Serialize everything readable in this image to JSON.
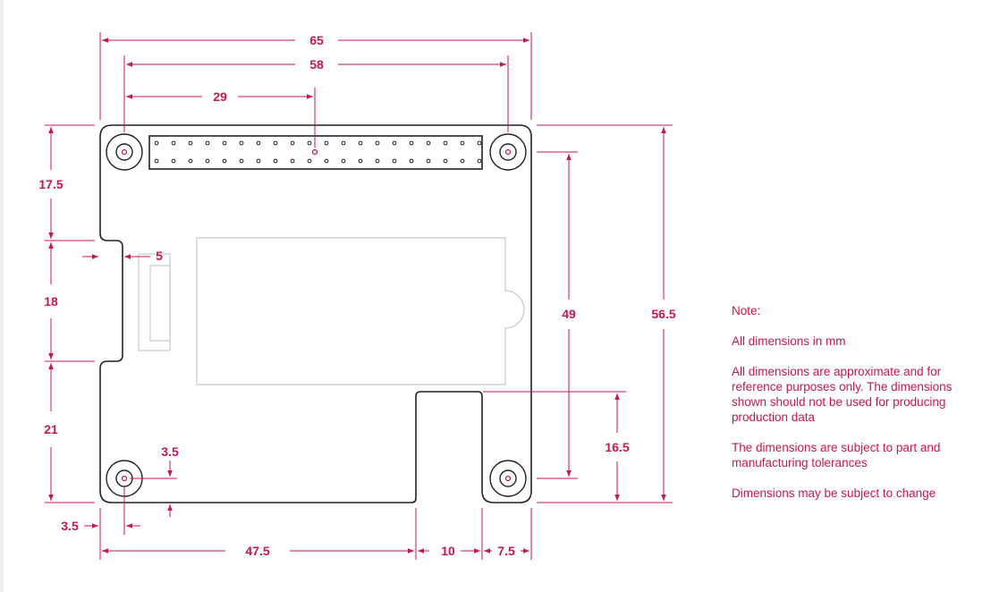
{
  "diagram": {
    "colors": {
      "dimension": "#c8174a",
      "board_outline": "#222222",
      "component_outline": "#c8c8c8"
    },
    "units": "mm",
    "dimensions": {
      "board_width": "65",
      "hole_spacing_x": "58",
      "header_center_offset": "29",
      "left_section_top": "17.5",
      "left_notch_height": "18",
      "left_section_bottom": "21",
      "notch_depth": "5",
      "hole_vertical_spacing": "49",
      "board_height": "56.5",
      "cutout_height": "16.5",
      "hole_offset_y": "3.5",
      "hole_offset_x": "3.5",
      "hole_to_cutout": "47.5",
      "cutout_width": "10",
      "cutout_right_margin": "7.5"
    }
  },
  "notes": {
    "heading": "Note:",
    "items": [
      "All dimensions in mm",
      "All dimensions are approximate and for reference purposes only. The dimensions shown should not be used for producing production data",
      "The dimensions are subject to part and manufacturing tolerances",
      "Dimensions may be subject to change"
    ]
  }
}
